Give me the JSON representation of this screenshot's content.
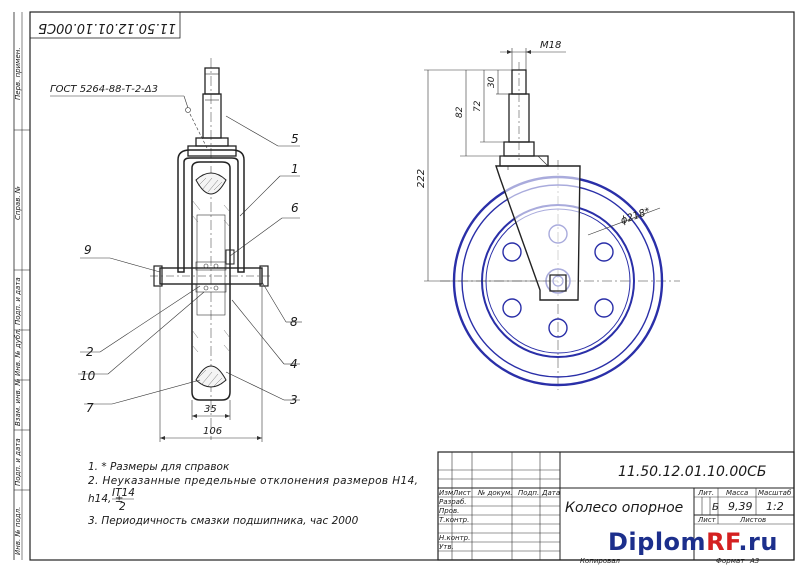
{
  "drawing": {
    "doc_number": "11.50.12.01.10.00СБ",
    "doc_number_rotated": "11.50.12.01.10.00СБ",
    "title": "Колесо опорное",
    "standard_ref": "ГОСТ 5264-88-Т-2-Δ3",
    "mass": "9,39",
    "scale": "1:2",
    "litera": "Б",
    "sheet_label": "Лист",
    "sheets_label": "Листов",
    "format": "А3",
    "copy_label": "Копировал",
    "format_label": "Формат"
  },
  "title_block": {
    "header_cols": [
      "Изм",
      "Лист",
      "№ докум.",
      "Подп.",
      "Дата"
    ],
    "roles": [
      "Разраб.",
      "Пров.",
      "Т.контр.",
      "Н.контр.",
      "Утв."
    ],
    "right_headers": [
      "Лит.",
      "Масса",
      "Масштаб"
    ]
  },
  "left_strip": [
    "Перв. примен.",
    "Справ. №",
    "Подп. и дата",
    "Инв. № дубл.",
    "Взам. инв. №",
    "Подп. и дата",
    "Инв. № подл."
  ],
  "callouts": [
    "1",
    "2",
    "3",
    "4",
    "5",
    "6",
    "7",
    "8",
    "9",
    "10"
  ],
  "dimensions": {
    "width_35": "35",
    "width_106": "106",
    "thread": "М18",
    "h30": "30",
    "h72": "72",
    "h82": "82",
    "h222": "222",
    "diameter": "ϕ218*"
  },
  "notes": {
    "n1": "1. * Размеры для справок",
    "n2a": "2. Неуказанные предельные отклонения размеров H14,",
    "n2b": "h14, ±",
    "n2_frac_top": "IT14",
    "n2_frac_bot": "2",
    "n3": "3. Периодичность смазки подшипника, час 2000"
  },
  "watermark": {
    "part1": "Diplom",
    "part2": "RF",
    "part3": ".ru"
  },
  "colors": {
    "wheel": "#2a2fa8",
    "line": "#222222",
    "watermark_blue": "#1c2f8c",
    "watermark_red": "#d42020"
  }
}
